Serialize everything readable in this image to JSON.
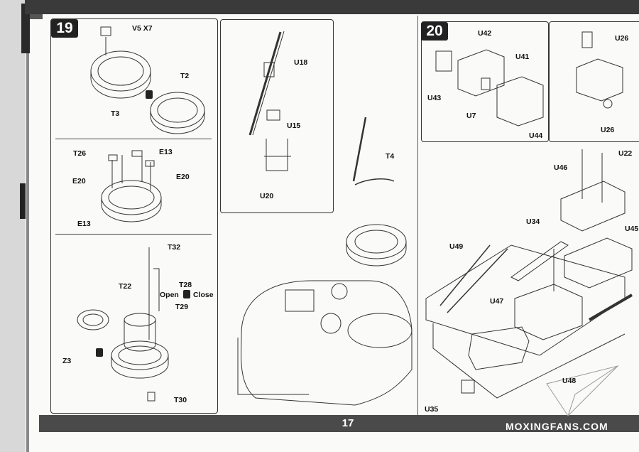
{
  "page": {
    "page_number": "17",
    "watermark": "MOXINGFANS.COM"
  },
  "step19": {
    "badge": "19",
    "sub_a": {
      "v5_x7": "V5 X7",
      "t2": "T2",
      "t3": "T3"
    },
    "sub_b": {
      "t26": "T26",
      "e13_top": "E13",
      "e20_right": "E20",
      "e20_left": "E20",
      "e13_bottom": "E13"
    },
    "sub_c": {
      "t32": "T32",
      "t28": "T28",
      "open": "Open",
      "close": "Close",
      "t22": "T22",
      "t29": "T29",
      "z3": "Z3",
      "t30": "T30"
    }
  },
  "middle": {
    "u18": "U18",
    "u15": "U15",
    "u20": "U20",
    "t4": "T4"
  },
  "step20": {
    "badge": "20",
    "sub_a": {
      "u42": "U42",
      "u41": "U41",
      "u43": "U43",
      "u7": "U7",
      "u44": "U44"
    },
    "sub_b": {
      "u26_top": "U26",
      "u26_bottom": "U26"
    },
    "sub_c": {
      "u22": "U22",
      "u46": "U46",
      "u34": "U34",
      "u45": "U45",
      "u49": "U49",
      "u47": "U47",
      "u48": "U48",
      "u35": "U35"
    }
  }
}
